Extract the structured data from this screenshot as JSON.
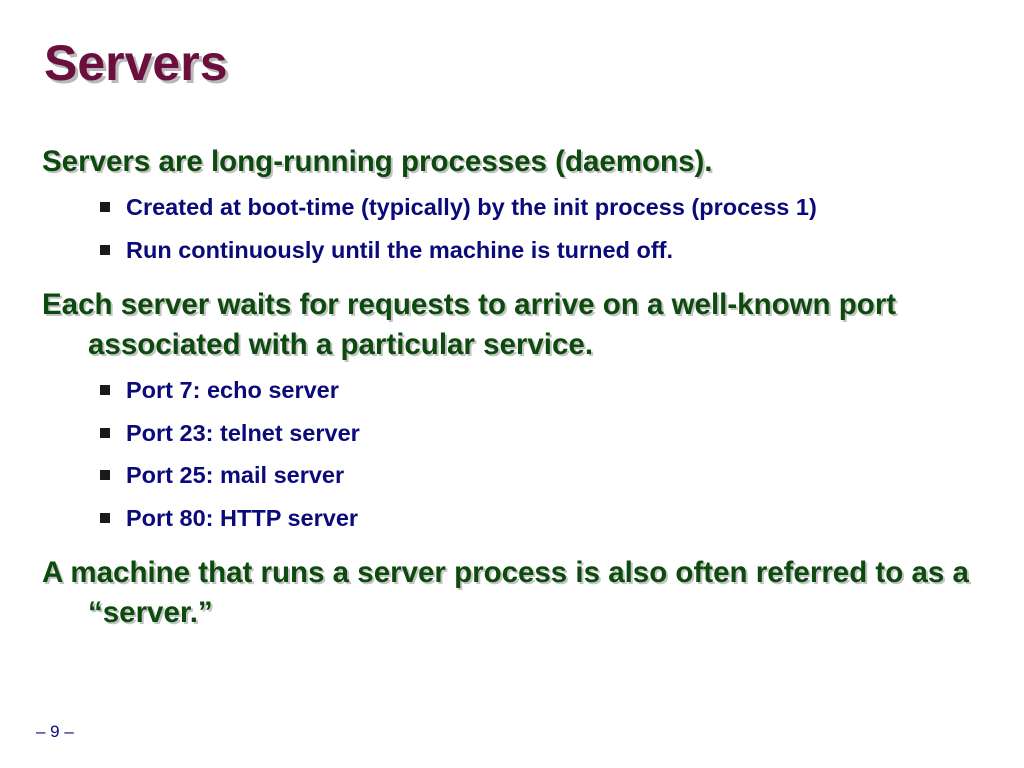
{
  "slide": {
    "title": "Servers",
    "points": [
      {
        "text": "Servers are long-running processes (daemons).",
        "subpoints": [
          "Created at boot-time (typically) by the init process (process 1)",
          "Run continuously until the machine is turned off."
        ]
      },
      {
        "text": "Each server waits for requests to arrive on a well-known port associated with a particular service.",
        "subpoints": [
          "Port 7: echo server",
          "Port 23: telnet server",
          "Port 25: mail server",
          "Port 80: HTTP server"
        ]
      },
      {
        "text": "A machine that runs a server process is also often referred to as a “server.”",
        "subpoints": []
      }
    ],
    "page_number": "– 9 –"
  },
  "colors": {
    "title": "#6b0f3d",
    "level1_text": "#0d4a0d",
    "level2_text": "#0a0a7a",
    "bullet": "#1a1a1a",
    "shadow": "#b9b9b9"
  },
  "icons": {
    "bullet": "square-bullet-icon"
  }
}
